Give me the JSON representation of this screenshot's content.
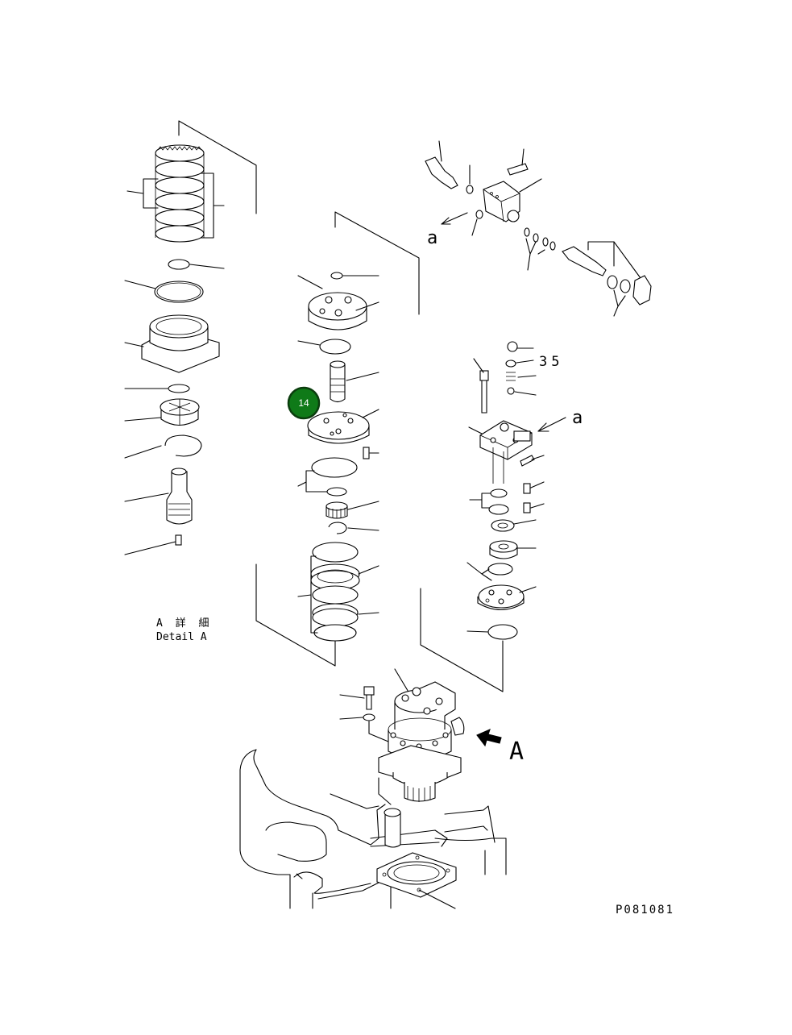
{
  "labels": {
    "detail_title_jp": "A 詳 細",
    "detail_title_en": "Detail A",
    "arrow_ref_a_upper": "a",
    "arrow_ref_a_right": "a",
    "part_number_35": "35",
    "view_label": "A",
    "drawing_number": "P081081"
  },
  "callout": {
    "number": "14",
    "color": "#0f7a18",
    "text_color": "#ffffff"
  }
}
